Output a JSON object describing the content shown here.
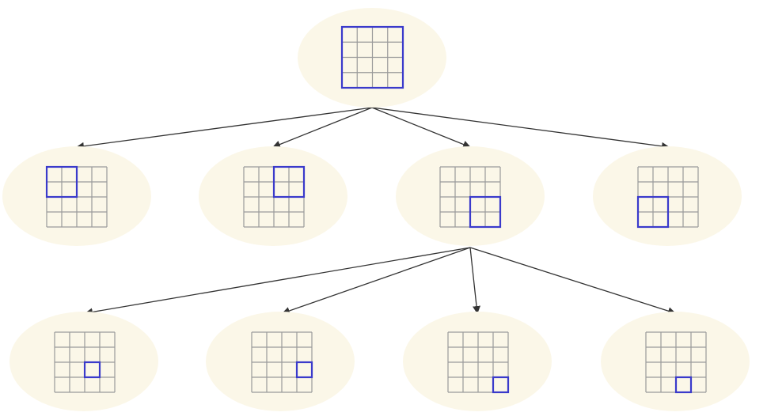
{
  "diagram": {
    "grid_size": 4,
    "colors": {
      "node_fill": "#fbf7e8",
      "grid_line": "#9a9a9a",
      "highlight": "#3a3acb",
      "edge": "#333333"
    },
    "nodes": [
      {
        "id": "root",
        "level": 0,
        "highlight": {
          "row": 0,
          "col": 0,
          "rows": 4,
          "cols": 4
        }
      },
      {
        "id": "l1-a",
        "level": 1,
        "highlight": {
          "row": 0,
          "col": 0,
          "rows": 2,
          "cols": 2
        }
      },
      {
        "id": "l1-b",
        "level": 1,
        "highlight": {
          "row": 0,
          "col": 2,
          "rows": 2,
          "cols": 2
        }
      },
      {
        "id": "l1-c",
        "level": 1,
        "highlight": {
          "row": 2,
          "col": 2,
          "rows": 2,
          "cols": 2
        }
      },
      {
        "id": "l1-d",
        "level": 1,
        "highlight": {
          "row": 2,
          "col": 0,
          "rows": 2,
          "cols": 2
        }
      },
      {
        "id": "l2-a",
        "level": 2,
        "highlight": {
          "row": 2,
          "col": 2,
          "rows": 1,
          "cols": 1
        }
      },
      {
        "id": "l2-b",
        "level": 2,
        "highlight": {
          "row": 2,
          "col": 3,
          "rows": 1,
          "cols": 1
        }
      },
      {
        "id": "l2-c",
        "level": 2,
        "highlight": {
          "row": 3,
          "col": 3,
          "rows": 1,
          "cols": 1
        }
      },
      {
        "id": "l2-d",
        "level": 2,
        "highlight": {
          "row": 3,
          "col": 2,
          "rows": 1,
          "cols": 1
        }
      }
    ],
    "edges": [
      {
        "from": "root",
        "to": "l1-a"
      },
      {
        "from": "root",
        "to": "l1-b"
      },
      {
        "from": "root",
        "to": "l1-c"
      },
      {
        "from": "root",
        "to": "l1-d"
      },
      {
        "from": "l1-c",
        "to": "l2-a"
      },
      {
        "from": "l1-c",
        "to": "l2-b"
      },
      {
        "from": "l1-c",
        "to": "l2-c"
      },
      {
        "from": "l1-c",
        "to": "l2-d"
      }
    ]
  }
}
